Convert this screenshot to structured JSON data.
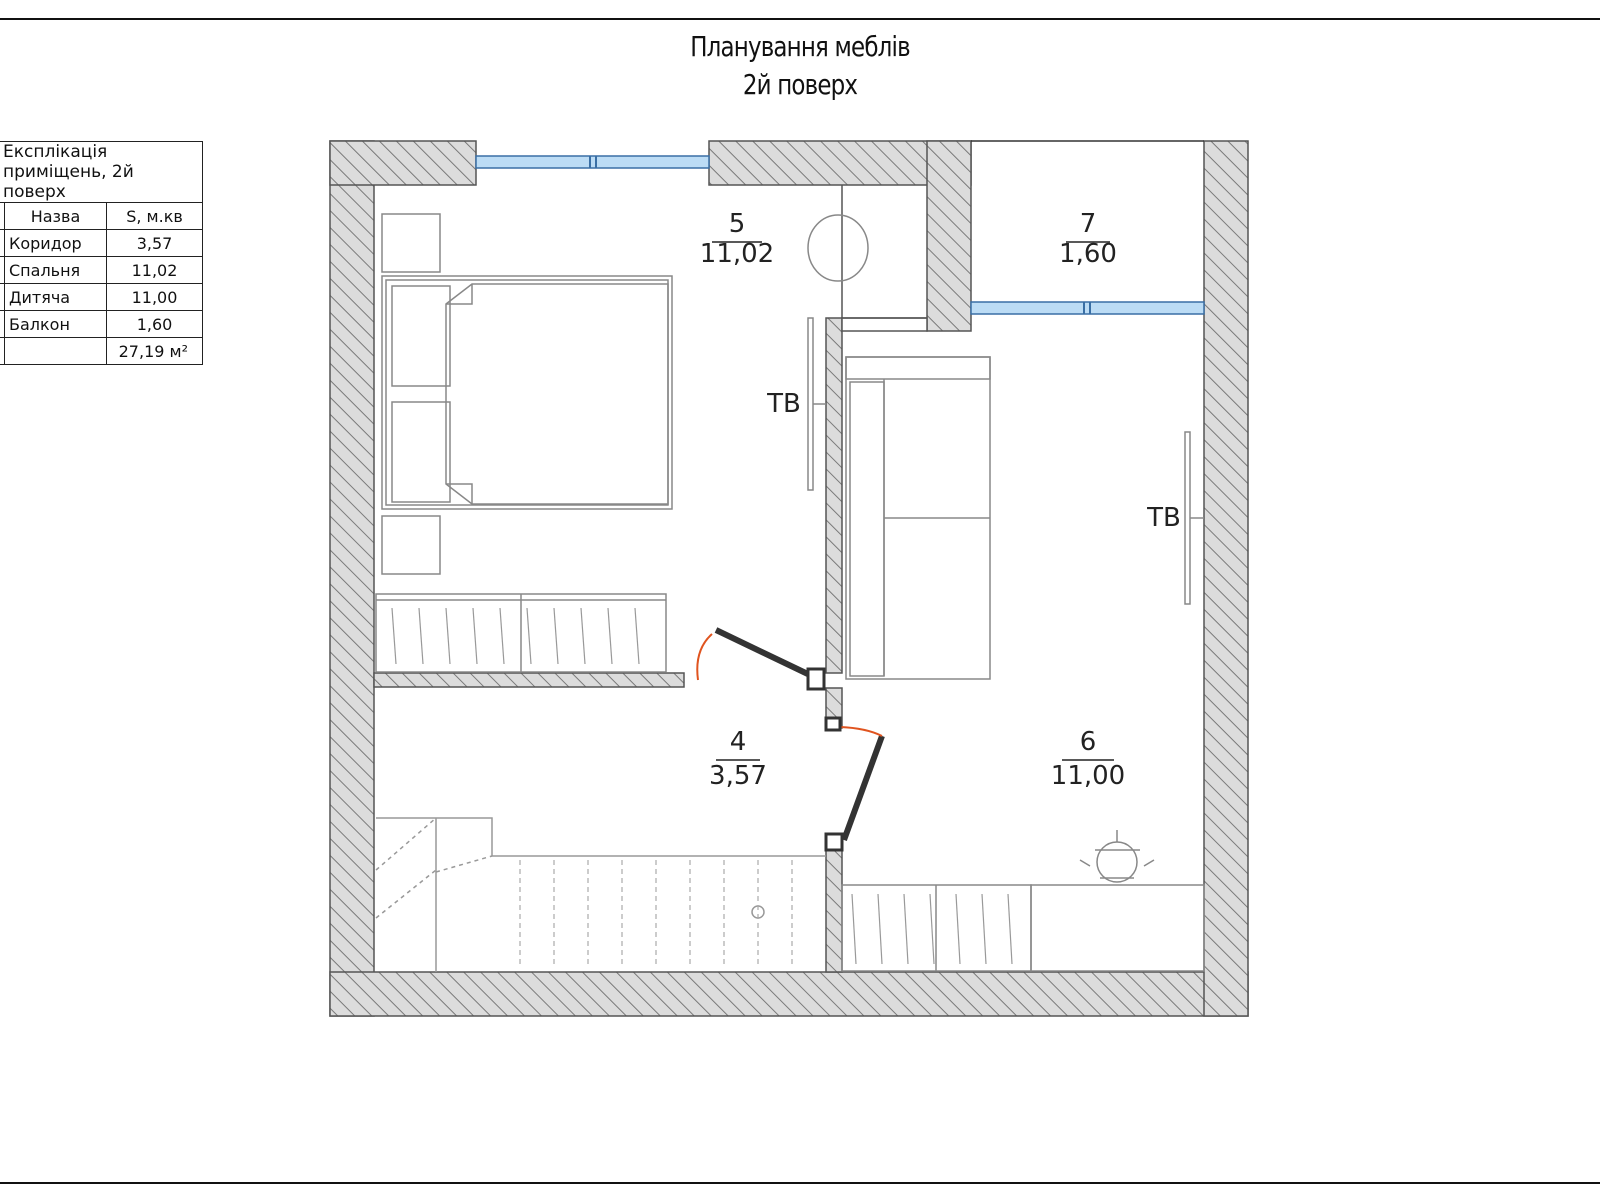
{
  "title": {
    "line1": "Планування меблів",
    "line2": "2й поверх"
  },
  "legend": {
    "caption": "Експлікація приміщень, 2й поверх",
    "col_name": "Назва",
    "col_area": "S, м.кв",
    "rows": [
      {
        "name": "Коридор",
        "area": "3,57"
      },
      {
        "name": "Спальня",
        "area": "11,02"
      },
      {
        "name": "Дитяча",
        "area": "11,00"
      },
      {
        "name": "Балкон",
        "area": "1,60"
      }
    ],
    "total": "27,19 м²"
  },
  "rooms": [
    {
      "number": "5",
      "area": "11,02"
    },
    {
      "number": "7",
      "area": "1,60"
    },
    {
      "number": "4",
      "area": "3,57"
    },
    {
      "number": "6",
      "area": "11,00"
    }
  ],
  "tv_label": "ТВ",
  "colors": {
    "wall_fill": "#d8d8d8",
    "wall_hatch": "#777777",
    "window": "#bcdcf5",
    "door_swing": "#e0541f",
    "furniture": "#888888"
  }
}
